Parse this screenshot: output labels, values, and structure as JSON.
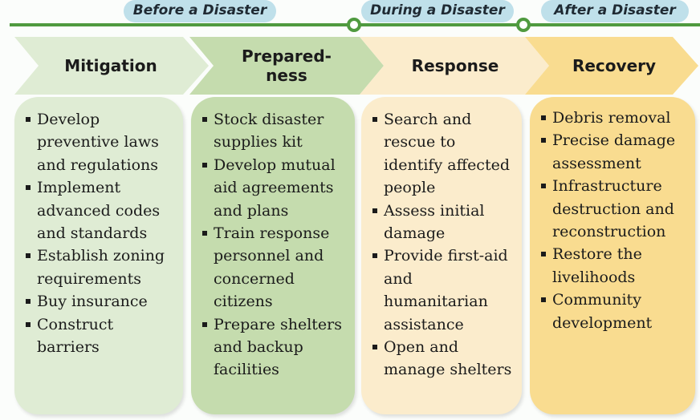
{
  "phases": {
    "before": "Before a Disaster",
    "during": "During a Disaster",
    "after": "After a Disaster"
  },
  "colors": {
    "timeline": "#4f9a3f",
    "phase_label_bg": "#bfe0ea",
    "mitigation": "#dfecd4",
    "preparedness": "#c5dcae",
    "response": "#fbeccc",
    "recovery": "#f9dc90"
  },
  "stages": [
    {
      "title": "Mitigation",
      "items": [
        "Develop preventive laws and regulations",
        "Implement advanced codes and standards",
        "Establish zoning requirements",
        "Buy insurance",
        "Construct barriers"
      ]
    },
    {
      "title": "Prepared-\nness",
      "items": [
        "Stock disaster supplies kit",
        "Develop mutual aid agreements and plans",
        "Train response personnel and concerned citizens",
        "Prepare shelters and backup facilities"
      ]
    },
    {
      "title": "Response",
      "items": [
        "Search and rescue to identify affected people",
        "Assess initial damage",
        "Provide first-aid and humanitarian assistance",
        "Open and manage shelters"
      ]
    },
    {
      "title": "Recovery",
      "items": [
        "Debris removal",
        "Precise damage assessment",
        "Infrastructure destruction and reconstruction",
        "Restore the livelihoods",
        "Community development"
      ]
    }
  ]
}
